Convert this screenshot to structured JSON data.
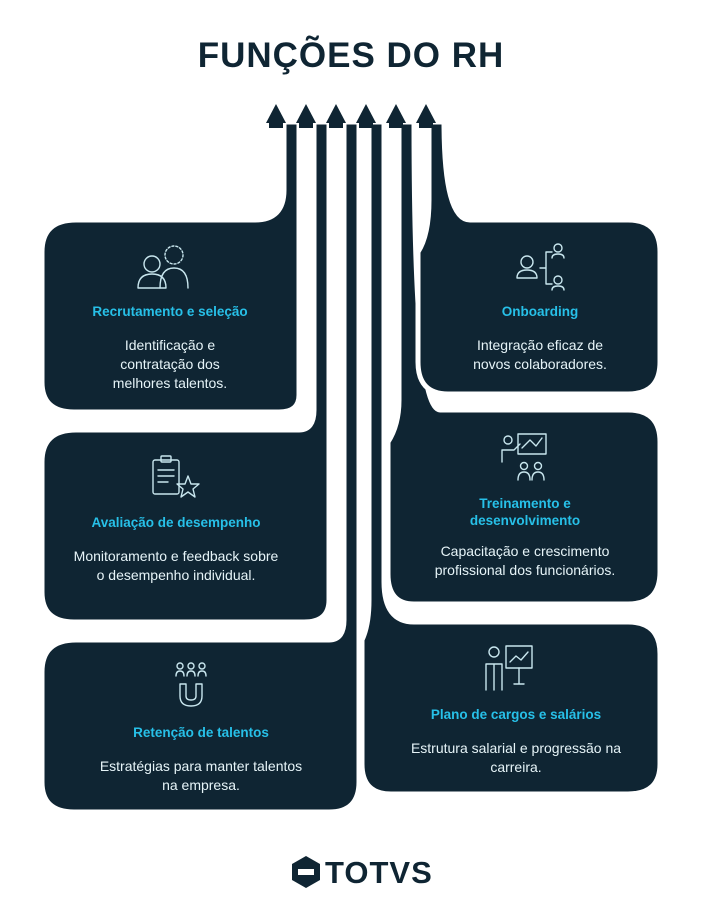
{
  "title": "FUNÇÕES DO RH",
  "colors": {
    "dark": "#0f2533",
    "accent": "#27c0e8",
    "text": "#e6f4f8"
  },
  "cards": [
    {
      "title": "Recrutamento e seleção",
      "description": "Identificação e contratação dos melhores talentos.",
      "icon": "recruitment-people-icon"
    },
    {
      "title": "Onboarding",
      "description": "Integração eficaz de novos colaboradores.",
      "icon": "onboarding-org-icon"
    },
    {
      "title": "Avaliação de desempenho",
      "description": "Monitoramento e feedback sobre o desempenho individual.",
      "icon": "clipboard-star-icon"
    },
    {
      "title": "Treinamento e desenvolvimento",
      "description": "Capacitação e crescimento profissional dos funcionários.",
      "icon": "training-presentation-icon"
    },
    {
      "title": "Retenção de talentos",
      "description": "Estratégias para manter talentos na empresa.",
      "icon": "magnet-people-icon"
    },
    {
      "title": "Plano de cargos e salários",
      "description": "Estrutura salarial e progressão na carreira.",
      "icon": "career-chart-icon"
    }
  ],
  "logo": {
    "text": "TOTVS"
  }
}
